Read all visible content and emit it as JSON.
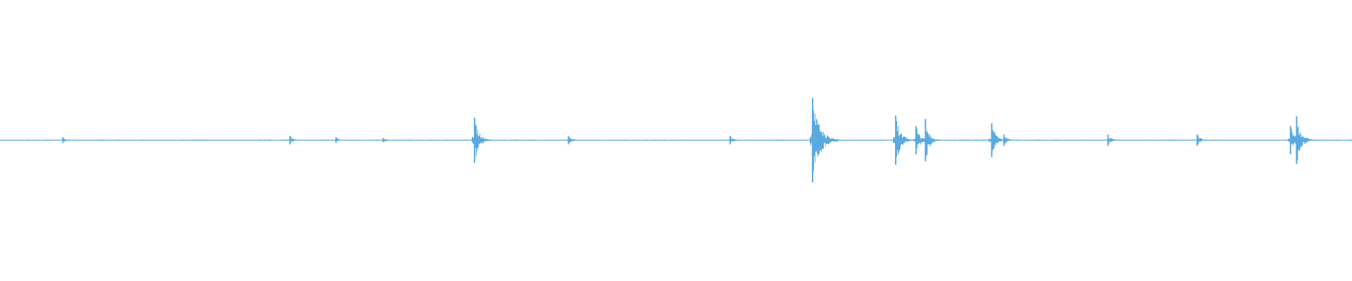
{
  "chart_data": {
    "type": "line",
    "subtype": "audio-waveform",
    "title": "",
    "xlabel": "",
    "ylabel": "",
    "axes_visible": false,
    "grid": false,
    "legend": "none",
    "ylim": [
      -1,
      1
    ],
    "xlim": [
      0,
      1
    ],
    "baseline_amplitude": 0.004,
    "bursts": [
      {
        "t": 0.046,
        "peak": 0.02,
        "decay": 0.3
      },
      {
        "t": 0.214,
        "peak": 0.03,
        "decay": 0.5
      },
      {
        "t": 0.248,
        "peak": 0.02,
        "decay": 0.3
      },
      {
        "t": 0.283,
        "peak": 0.015,
        "decay": 0.4
      },
      {
        "t": 0.3505,
        "peak": 0.16,
        "decay": 0.6
      },
      {
        "t": 0.42,
        "peak": 0.03,
        "decay": 0.5
      },
      {
        "t": 0.5395,
        "peak": 0.03,
        "decay": 0.4
      },
      {
        "t": 0.6005,
        "peak": 0.3,
        "decay": 1.0
      },
      {
        "t": 0.662,
        "peak": 0.175,
        "decay": 0.6
      },
      {
        "t": 0.677,
        "peak": 0.1,
        "decay": 0.5
      },
      {
        "t": 0.684,
        "peak": 0.15,
        "decay": 0.5
      },
      {
        "t": 0.733,
        "peak": 0.12,
        "decay": 0.5
      },
      {
        "t": 0.742,
        "peak": 0.04,
        "decay": 0.4
      },
      {
        "t": 0.819,
        "peak": 0.04,
        "decay": 0.4
      },
      {
        "t": 0.885,
        "peak": 0.04,
        "decay": 0.4
      },
      {
        "t": 0.954,
        "peak": 0.1,
        "decay": 0.5
      },
      {
        "t": 0.9585,
        "peak": 0.17,
        "decay": 0.6
      }
    ],
    "colors": {
      "waveform": "#5aaae0",
      "background": "#ffffff"
    }
  }
}
